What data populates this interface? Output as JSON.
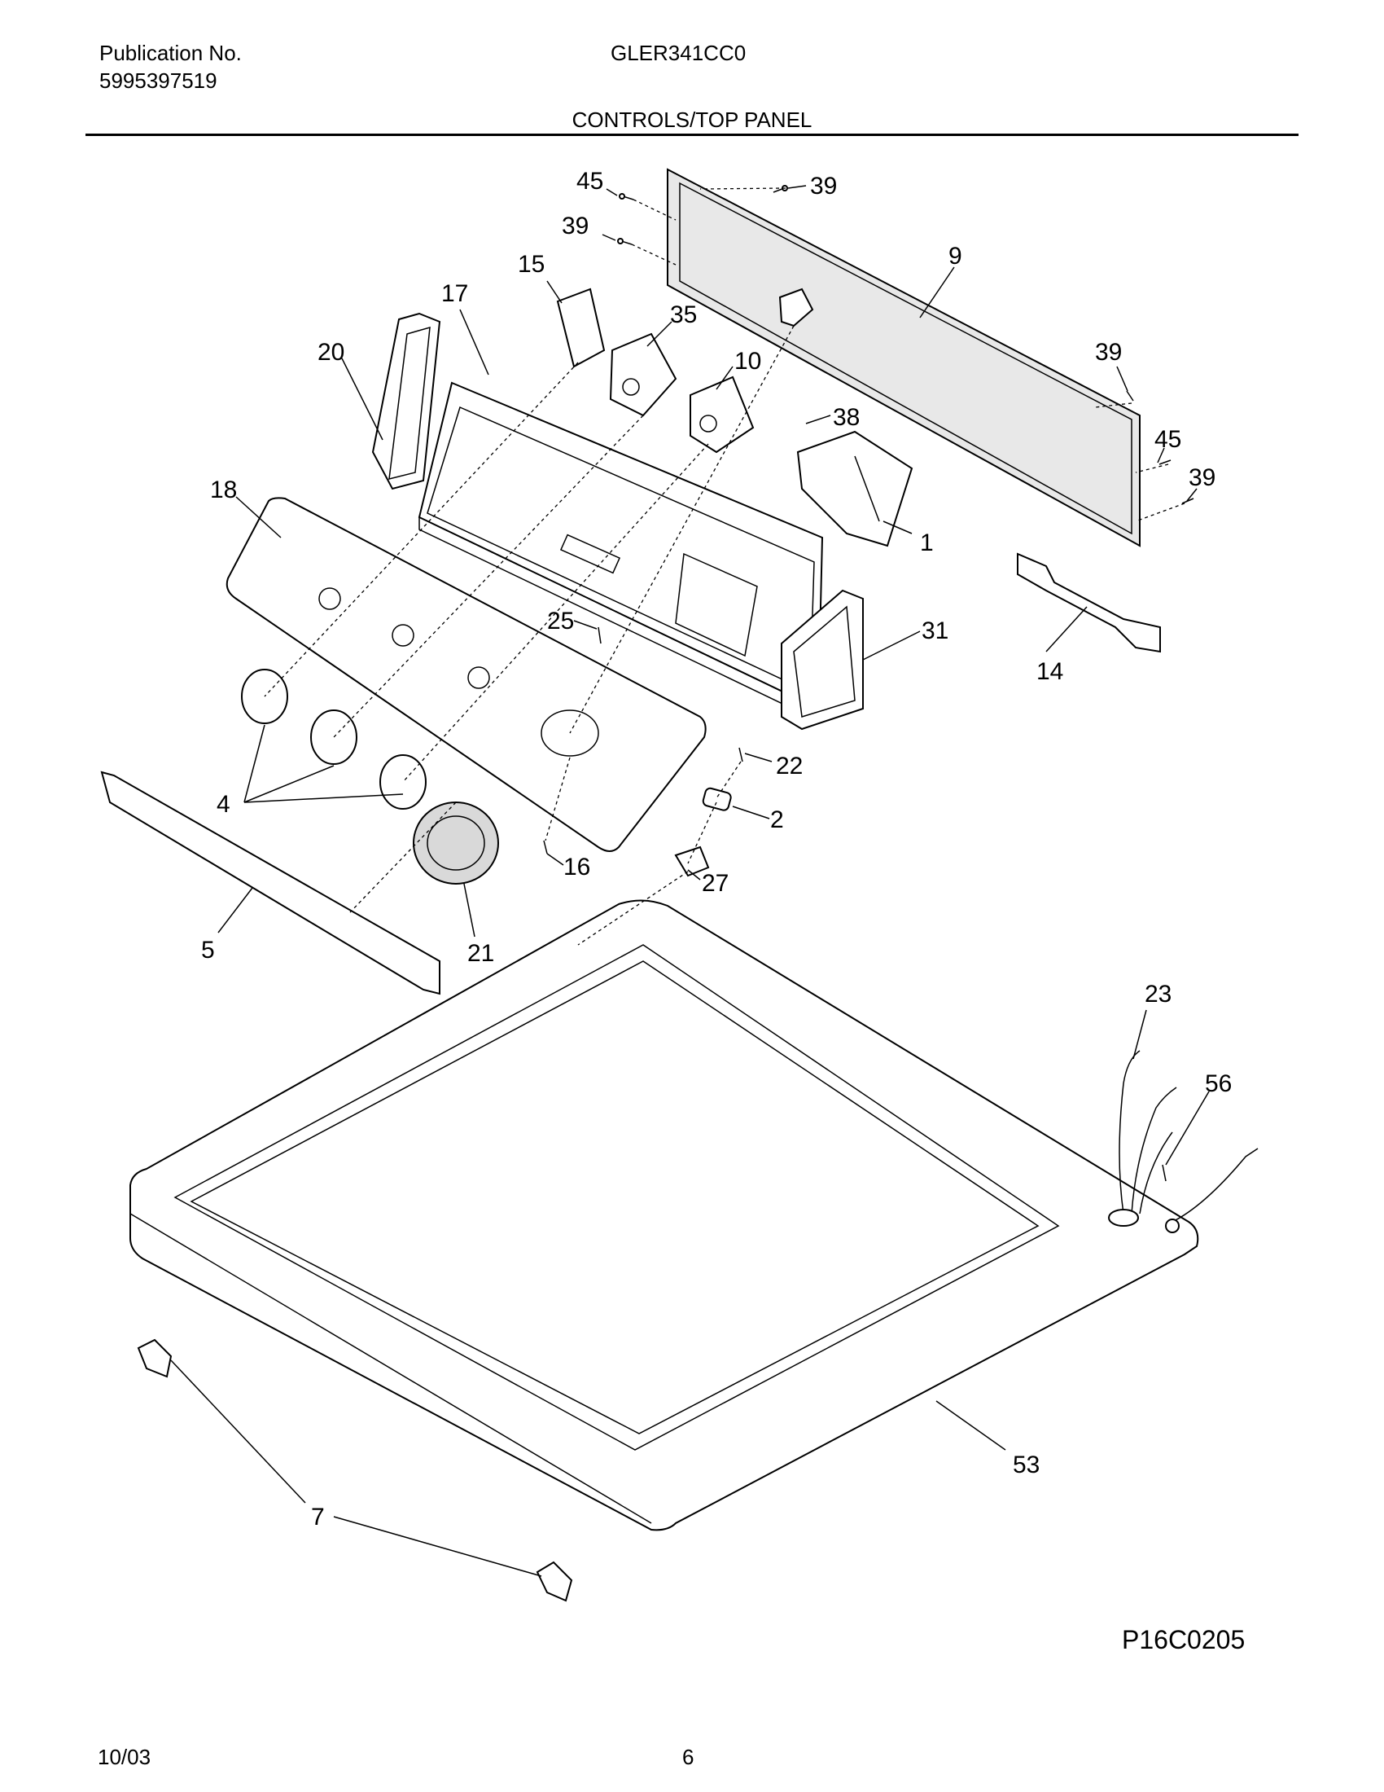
{
  "header": {
    "publication_label": "Publication No.",
    "publication_number": "5995397519",
    "model": "GLER341CC0",
    "section_title": "CONTROLS/TOP PANEL"
  },
  "callouts": {
    "c45a": "45",
    "c39a": "39",
    "c39b": "39",
    "c9": "9",
    "c15": "15",
    "c17": "17",
    "c35": "35",
    "c10": "10",
    "c20": "20",
    "c39c": "39",
    "c38": "38",
    "c45b": "45",
    "c39d": "39",
    "c18": "18",
    "c1": "1",
    "c25": "25",
    "c31": "31",
    "c14": "14",
    "c22": "22",
    "c4": "4",
    "c2": "2",
    "c16": "16",
    "c27": "27",
    "c5": "5",
    "c21": "21",
    "c23": "23",
    "c56": "56",
    "c53": "53",
    "c7": "7"
  },
  "drawing_code": "P16C0205",
  "footer": {
    "date": "10/03",
    "page": "6"
  }
}
